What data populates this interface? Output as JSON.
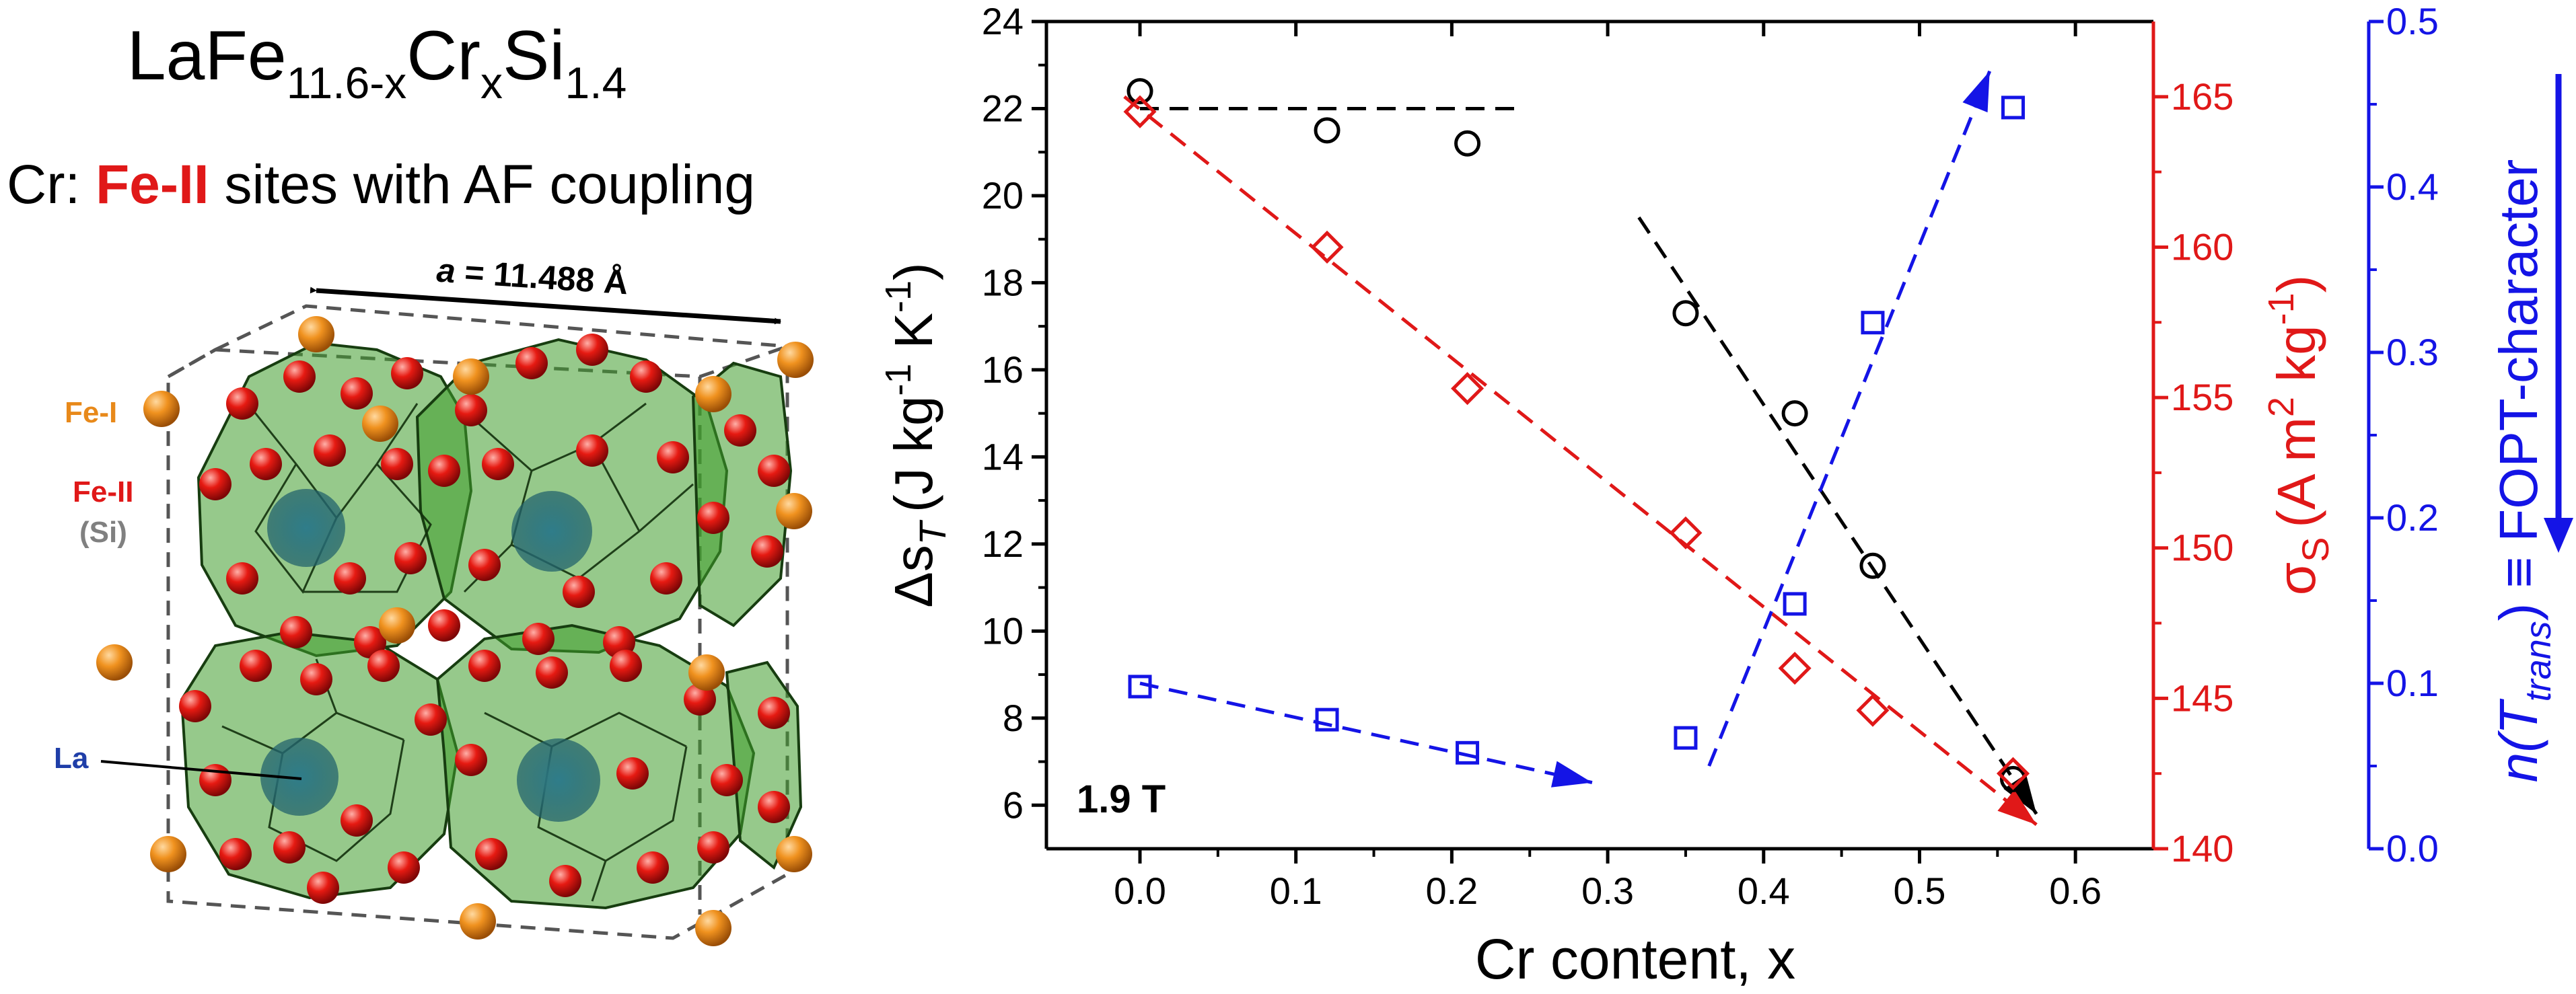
{
  "left_panel": {
    "formula": {
      "base": "LaFe",
      "sub1": "11.6-x",
      "mid": "Cr",
      "sub2": "x",
      "mid2": "Si",
      "sub3": "1.4"
    },
    "subtitle": {
      "prefix": "Cr: ",
      "highlight": "Fe-II",
      "suffix": " sites with AF coupling"
    },
    "lattice_label": {
      "italic": "a",
      "rest": " = 11.488 Å"
    },
    "labels": {
      "fe1": "Fe-I",
      "fe2": "Fe-II",
      "si": "(Si)",
      "la": "La"
    },
    "colors": {
      "fe1": "#e8891a",
      "fe2": "#e01818",
      "si": "#808080",
      "la": "#1f3ea8",
      "cage": "#3a9a2a",
      "highlight": "#e01818"
    }
  },
  "chart_data": {
    "type": "scatter",
    "xlabel": "Cr content, x",
    "xlim": [
      -0.06,
      0.65
    ],
    "x_ticks": [
      "0.0",
      "0.1",
      "0.2",
      "0.3",
      "0.4",
      "0.5",
      "0.6"
    ],
    "annotation": "1.9 T",
    "axes": {
      "left": {
        "label_main": "Δs",
        "label_sub": "T",
        "label_units": "(J kg",
        "label_sup": "-1",
        "label_units2": " K",
        "label_sup2": "-1",
        "label_end": ")",
        "ylim": [
          5,
          24
        ],
        "ticks": [
          "6",
          "8",
          "10",
          "12",
          "14",
          "16",
          "18",
          "20",
          "22",
          "24"
        ],
        "color": "#000000"
      },
      "right1": {
        "label_main": "σ",
        "label_sub": "S",
        "label_units": "(A m",
        "label_sup": "2",
        "label_units2": " kg",
        "label_sup2": "-1",
        "label_end": ")",
        "ylim": [
          140,
          167.5
        ],
        "ticks": [
          "140",
          "145",
          "150",
          "155",
          "160",
          "165"
        ],
        "color": "#e01818"
      },
      "right2": {
        "label_main": "n(T",
        "label_sub": "trans",
        "label_end": ") ≡ FOPT-character",
        "ylim": [
          0.0,
          0.5
        ],
        "ticks": [
          "0.0",
          "0.1",
          "0.2",
          "0.3",
          "0.4",
          "0.5"
        ],
        "color": "#1414e6"
      }
    },
    "series": [
      {
        "axis": "left",
        "marker": "circle",
        "color": "#000000",
        "x": [
          0.0,
          0.12,
          0.21,
          0.35,
          0.42,
          0.47,
          0.56
        ],
        "y": [
          22.4,
          21.5,
          21.2,
          17.3,
          15.0,
          11.5,
          6.6
        ]
      },
      {
        "axis": "right1",
        "marker": "diamond",
        "color": "#e01818",
        "x": [
          0.0,
          0.12,
          0.21,
          0.35,
          0.42,
          0.47,
          0.56
        ],
        "y": [
          164.5,
          160.0,
          155.3,
          150.5,
          146.0,
          144.6,
          142.5
        ]
      },
      {
        "axis": "right2",
        "marker": "square",
        "color": "#1414e6",
        "x": [
          0.0,
          0.12,
          0.21,
          0.35,
          0.42,
          0.47,
          0.56
        ],
        "y": [
          0.098,
          0.078,
          0.058,
          0.067,
          0.148,
          0.318,
          0.448
        ]
      }
    ],
    "trend_lines": [
      {
        "axis": "left",
        "color": "#000000",
        "from": [
          0.0,
          22.0
        ],
        "to": [
          0.24,
          22.0
        ],
        "arrow": false
      },
      {
        "axis": "left",
        "color": "#000000",
        "from": [
          0.32,
          19.5
        ],
        "to": [
          0.575,
          5.8
        ],
        "arrow": true
      },
      {
        "axis": "right1",
        "color": "#e01818",
        "from": [
          -0.01,
          165.0
        ],
        "to": [
          0.575,
          140.8
        ],
        "arrow": true
      },
      {
        "axis": "right2",
        "color": "#1414e6",
        "from": [
          0.0,
          0.1
        ],
        "to": [
          0.29,
          0.04
        ],
        "arrow": true
      },
      {
        "axis": "right2",
        "color": "#1414e6",
        "from": [
          0.365,
          0.05
        ],
        "to": [
          0.545,
          0.47
        ],
        "arrow": true
      }
    ]
  }
}
